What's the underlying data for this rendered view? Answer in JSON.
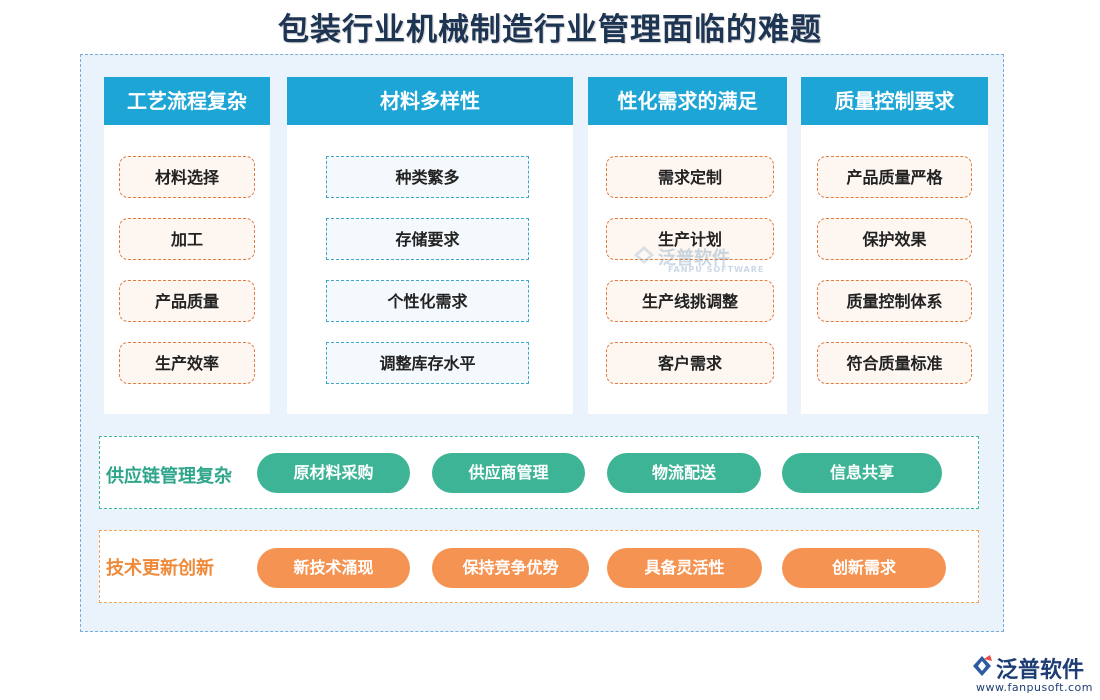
{
  "title": "包装行业机械制造行业管理面临的难题",
  "columns": [
    {
      "header": "工艺流程复杂",
      "items": [
        "材料选择",
        "加工",
        "产品质量",
        "生产效率"
      ]
    },
    {
      "header": "材料多样性",
      "items": [
        "种类繁多",
        "存储要求",
        "个性化需求",
        "调整库存水平"
      ]
    },
    {
      "header": "性化需求的满足",
      "items": [
        "需求定制",
        "生产计划",
        "生产线挑调整",
        "客户需求"
      ]
    },
    {
      "header": "质量控制要求",
      "items": [
        "产品质量严格",
        "保护效果",
        "质量控制体系",
        "符合质量标准"
      ]
    }
  ],
  "supply_chain": {
    "label": "供应链管理复杂",
    "items": [
      "原材料采购",
      "供应商管理",
      "物流配送",
      "信息共享"
    ]
  },
  "tech": {
    "label": "技术更新创新",
    "items": [
      "新技术涌现",
      "保持竞争优势",
      "具备灵活性",
      "创新需求"
    ]
  },
  "watermark": {
    "text": "泛普软件",
    "sub": "FANPU SOFTWARE",
    "icon": "fanpu-logo-icon"
  },
  "logo": {
    "text": "泛普软件",
    "url": "www.fanpusoft.com",
    "icon": "fanpu-logo-icon"
  },
  "colors": {
    "header_blue": "#1da5d6",
    "orange_dash": "#e27b3f",
    "teal_dash": "#3fa8c8",
    "green_pill": "#3db496",
    "orange_pill": "#f59452",
    "background": "#eaf3fc"
  }
}
